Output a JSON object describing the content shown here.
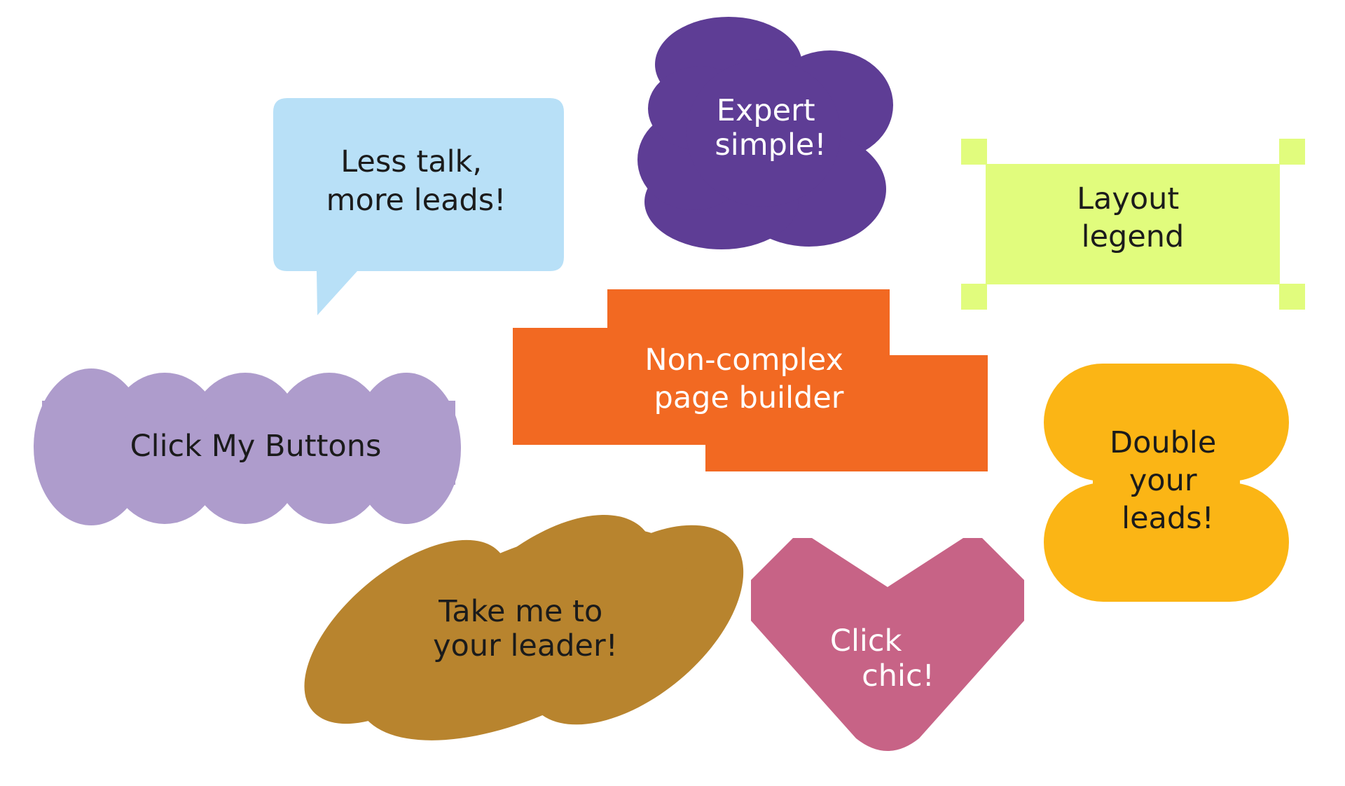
{
  "colors": {
    "background": "#ffffff",
    "speech_bubble": "#b8e0f7",
    "flower": "#5e3d95",
    "square_frame": "#e1fc7d",
    "orange_blocks": "#f26922",
    "lavender_cloud": "#ae9ccc",
    "yellow_pill": "#fbb515",
    "bronze_blob": "#b8842e",
    "pink_heart": "#c76386",
    "dark_text": "#1b1b1b",
    "light_text": "#ffffff"
  },
  "shapes": {
    "speech_bubble": {
      "line1": "Less talk,",
      "line2": "more leads!"
    },
    "flower": {
      "line1": "Expert",
      "line2": "simple!"
    },
    "square_frame": {
      "line1": "Layout",
      "line2": "legend"
    },
    "orange_blocks": {
      "line1": "Non-complex",
      "line2": "page builder"
    },
    "lavender_cloud": {
      "line1": "Click My Buttons"
    },
    "yellow_pill": {
      "line1": "Double",
      "line2": "your",
      "line3": "leads!"
    },
    "bronze_blob": {
      "line1": "Take me to",
      "line2": "your leader!"
    },
    "pink_heart": {
      "line1": "Click",
      "line2": "chic!"
    }
  }
}
